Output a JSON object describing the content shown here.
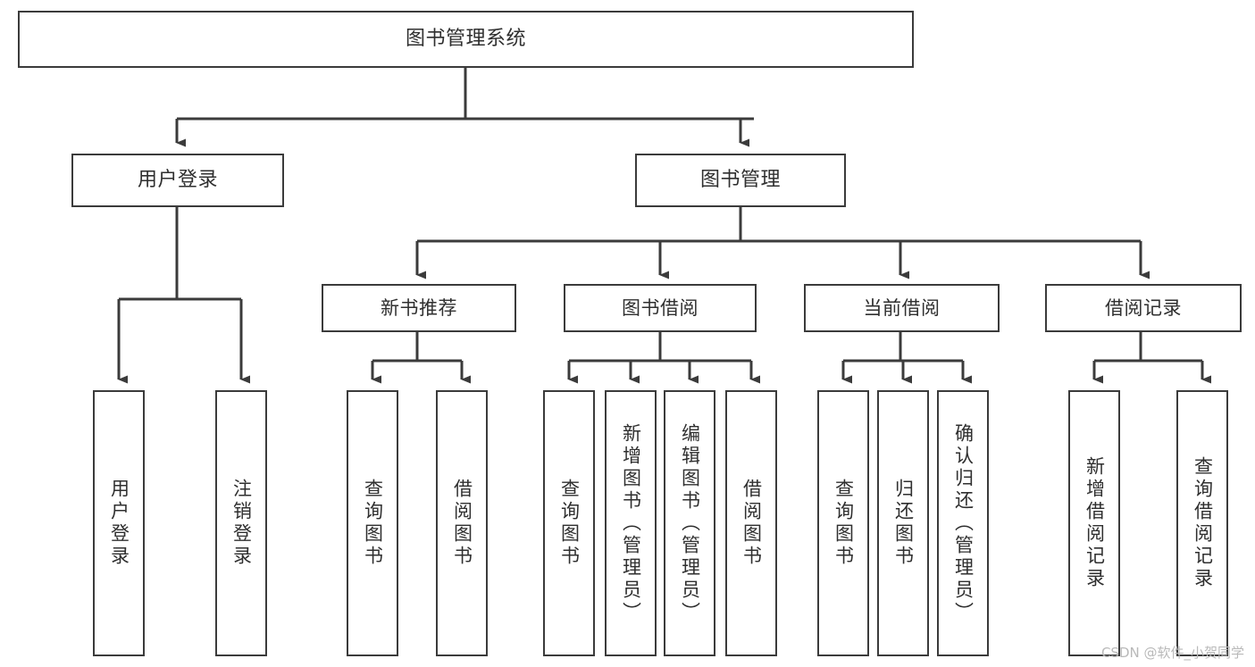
{
  "diagram": {
    "title": "图书管理系统",
    "type": "tree-hierarchy-chart",
    "colors": {
      "background": "#ffffff",
      "stroke": "#3b3b3b",
      "text": "#2f2f2f",
      "watermark": "#b9b9b9"
    },
    "root": {
      "label": "图书管理系统"
    },
    "level1": [
      {
        "label": "用户登录"
      },
      {
        "label": "图书管理"
      }
    ],
    "level2": [
      {
        "label": "新书推荐"
      },
      {
        "label": "图书借阅"
      },
      {
        "label": "当前借阅"
      },
      {
        "label": "借阅记录"
      }
    ],
    "leaves": {
      "user_login": [
        {
          "label": "用户登录"
        },
        {
          "label": "注销登录"
        }
      ],
      "new_book_recommend": [
        {
          "label": "查询图书"
        },
        {
          "label": "借阅图书"
        }
      ],
      "book_borrow": [
        {
          "label": "查询图书"
        },
        {
          "label": "新增图书（管理员）"
        },
        {
          "label": "编辑图书（管理员）"
        },
        {
          "label": "借阅图书"
        }
      ],
      "current_borrow": [
        {
          "label": "查询图书"
        },
        {
          "label": "归还图书"
        },
        {
          "label": "确认归还（管理员）"
        }
      ],
      "borrow_record": [
        {
          "label": "新增借阅记录"
        },
        {
          "label": "查询借阅记录"
        }
      ]
    }
  },
  "watermark": {
    "text": "CSDN @软件_小贺同学"
  }
}
